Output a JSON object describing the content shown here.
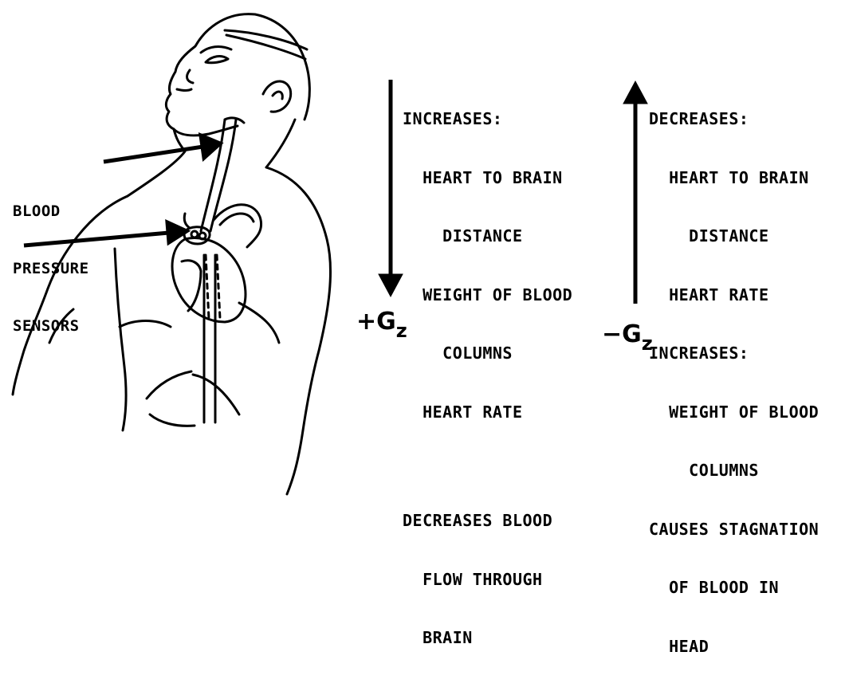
{
  "sensor_label": [
    "BLOOD",
    "PRESSURE",
    "SENSORS"
  ],
  "positive_gz": {
    "symbol": "+G",
    "subscript": "z",
    "lines": [
      "INCREASES:",
      "  HEART TO BRAIN",
      "    DISTANCE",
      "  WEIGHT OF BLOOD",
      "    COLUMNS",
      "  HEART RATE",
      "",
      "DECREASES BLOOD",
      "  FLOW THROUGH",
      "  BRAIN"
    ]
  },
  "negative_gz": {
    "symbol": "−G",
    "subscript": "z",
    "lines": [
      "DECREASES:",
      "  HEART TO BRAIN",
      "    DISTANCE",
      "  HEART RATE",
      "INCREASES:",
      "  WEIGHT OF BLOOD",
      "    COLUMNS",
      "CAUSES STAGNATION",
      "  OF BLOOD IN",
      "  HEAD"
    ]
  }
}
